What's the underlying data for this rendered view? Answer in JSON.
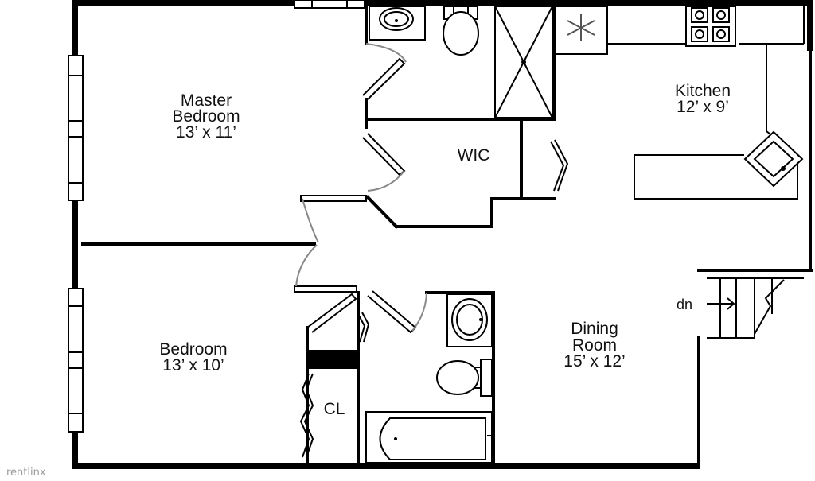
{
  "rooms": {
    "master": {
      "name_line1": "Master",
      "name_line2": "Bedroom",
      "size": "13’ x 11’"
    },
    "kitchen": {
      "name": "Kitchen",
      "size": "12’ x 9’"
    },
    "wic": {
      "name": "WIC"
    },
    "bedroom": {
      "name": "Bedroom",
      "size": "13’ x 10’"
    },
    "dining": {
      "name_line1": "Dining",
      "name_line2": "Room",
      "size": "15’ x 12’"
    },
    "closet": {
      "name": "CL"
    }
  },
  "stairs": {
    "label": "dn"
  },
  "watermark": {
    "text": "rentlinx"
  },
  "icons": [
    "snowflake-icon",
    "stove-burners-icon",
    "sink-icon",
    "toilet-icon",
    "bathtub-icon",
    "shower-icon"
  ]
}
